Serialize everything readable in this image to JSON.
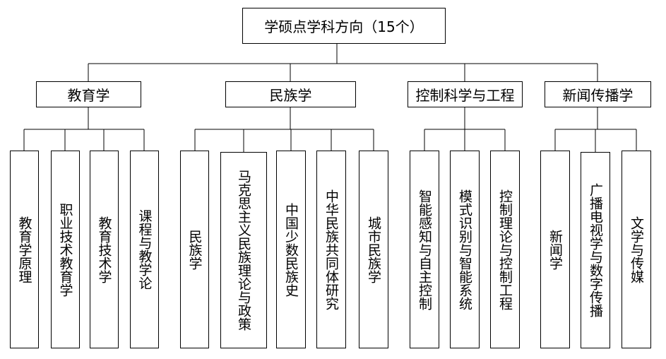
{
  "root": "学硕点学科方向（15个）",
  "categories": [
    {
      "label": "教育学",
      "leaves": [
        "教育学原理",
        "职业技术教育学",
        "教育技术学",
        "课程与教学论"
      ]
    },
    {
      "label": "民族学",
      "leaves": [
        "民族学",
        "马克思主义民族理论与政策",
        "中国少数民族史",
        "中华民族共同体研究",
        "城市民族学"
      ]
    },
    {
      "label": "控制科学与工程",
      "leaves": [
        "智能感知与自主控制",
        "模式识别与智能系统",
        "控制理论与控制工程"
      ]
    },
    {
      "label": "新闻传播学",
      "leaves": [
        "新闻学",
        "广播电视学与数字传播",
        "文学与传媒"
      ]
    }
  ]
}
